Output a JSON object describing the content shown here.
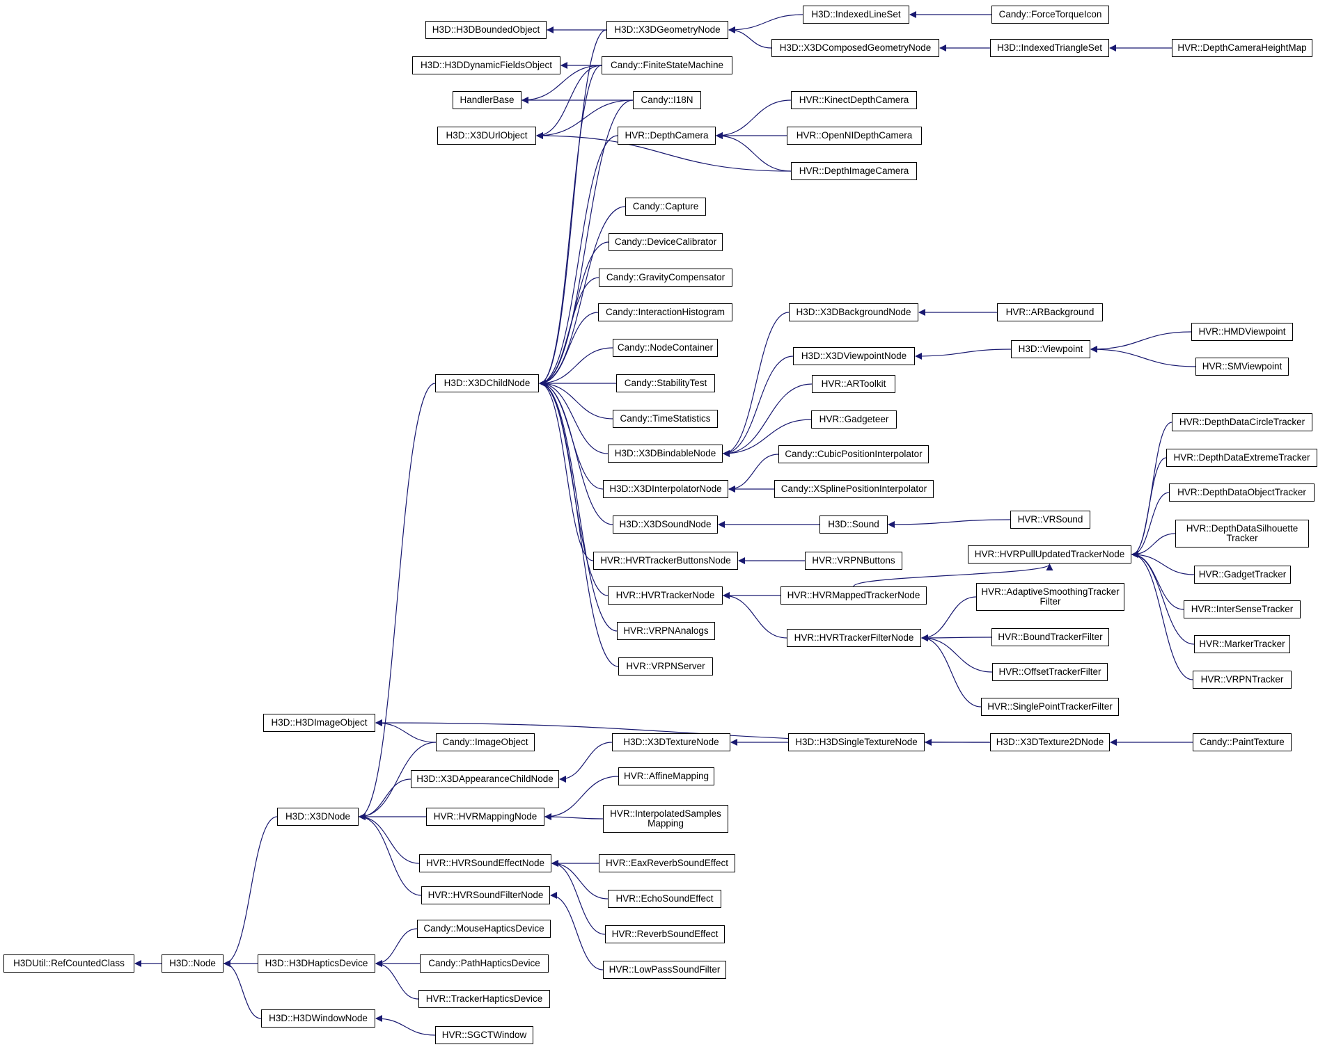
{
  "nodes": [
    {
      "id": "refcounted",
      "label": "H3DUtil::RefCountedClass"
    },
    {
      "id": "node",
      "label": "H3D::Node"
    },
    {
      "id": "h3dhaptics",
      "label": "H3D::H3DHapticsDevice"
    },
    {
      "id": "h3dwindownode",
      "label": "H3D::H3DWindowNode"
    },
    {
      "id": "x3dnode",
      "label": "H3D::X3DNode"
    },
    {
      "id": "h3dimageobject",
      "label": "H3D::H3DImageObject"
    },
    {
      "id": "mousehaptics",
      "label": "Candy::MouseHapticsDevice"
    },
    {
      "id": "pathhaptics",
      "label": "Candy::PathHapticsDevice"
    },
    {
      "id": "trackerhaptics",
      "label": "HVR::TrackerHapticsDevice"
    },
    {
      "id": "sgctwindow",
      "label": "HVR::SGCTWindow"
    },
    {
      "id": "imageobject",
      "label": "Candy::ImageObject"
    },
    {
      "id": "x3dappearancechild",
      "label": "H3D::X3DAppearanceChildNode"
    },
    {
      "id": "hvrmappingnode",
      "label": "HVR::HVRMappingNode"
    },
    {
      "id": "hvrsoundeffect",
      "label": "HVR::HVRSoundEffectNode"
    },
    {
      "id": "hvrsoundfilter",
      "label": "HVR::HVRSoundFilterNode"
    },
    {
      "id": "x3dtexturenode",
      "label": "H3D::X3DTextureNode"
    },
    {
      "id": "affinemapping",
      "label": "HVR::AffineMapping"
    },
    {
      "id": "interpolatedsamples",
      "label": "HVR::InterpolatedSamples\nMapping"
    },
    {
      "id": "eaxreverb",
      "label": "HVR::EaxReverbSoundEffect"
    },
    {
      "id": "echosound",
      "label": "HVR::EchoSoundEffect"
    },
    {
      "id": "reverbsound",
      "label": "HVR::ReverbSoundEffect"
    },
    {
      "id": "lowpass",
      "label": "HVR::LowPassSoundFilter"
    },
    {
      "id": "h3dsingletexture",
      "label": "H3D::H3DSingleTextureNode"
    },
    {
      "id": "x3dtexture2d",
      "label": "H3D::X3DTexture2DNode"
    },
    {
      "id": "painttexture",
      "label": "Candy::PaintTexture"
    },
    {
      "id": "x3dchildnode",
      "label": "H3D::X3DChildNode"
    },
    {
      "id": "h3dboundedobject",
      "label": "H3D::H3DBoundedObject"
    },
    {
      "id": "h3ddynamicfields",
      "label": "H3D::H3DDynamicFieldsObject"
    },
    {
      "id": "handlerbase",
      "label": "HandlerBase"
    },
    {
      "id": "x3durlobject",
      "label": "H3D::X3DUrlObject"
    },
    {
      "id": "x3dgeometrynode",
      "label": "H3D::X3DGeometryNode"
    },
    {
      "id": "finitestatemachine",
      "label": "Candy::FiniteStateMachine"
    },
    {
      "id": "i18n",
      "label": "Candy::I18N"
    },
    {
      "id": "depthcamera",
      "label": "HVR::DepthCamera"
    },
    {
      "id": "capture",
      "label": "Candy::Capture"
    },
    {
      "id": "devicecalibrator",
      "label": "Candy::DeviceCalibrator"
    },
    {
      "id": "gravitycomp",
      "label": "Candy::GravityCompensator"
    },
    {
      "id": "interactionhist",
      "label": "Candy::InteractionHistogram"
    },
    {
      "id": "nodecontainer",
      "label": "Candy::NodeContainer"
    },
    {
      "id": "stabilitytest",
      "label": "Candy::StabilityTest"
    },
    {
      "id": "timestatistics",
      "label": "Candy::TimeStatistics"
    },
    {
      "id": "x3dbindable",
      "label": "H3D::X3DBindableNode"
    },
    {
      "id": "x3dinterpolator",
      "label": "H3D::X3DInterpolatorNode"
    },
    {
      "id": "x3dsoundnode",
      "label": "H3D::X3DSoundNode"
    },
    {
      "id": "hvrtrackerbuttons",
      "label": "HVR::HVRTrackerButtonsNode"
    },
    {
      "id": "hvrtrackernode",
      "label": "HVR::HVRTrackerNode"
    },
    {
      "id": "vrpnanalogs",
      "label": "HVR::VRPNAnalogs"
    },
    {
      "id": "vrpnserver",
      "label": "HVR::VRPNServer"
    },
    {
      "id": "indexedlineset",
      "label": "H3D::IndexedLineSet"
    },
    {
      "id": "x3dcomposedgeom",
      "label": "H3D::X3DComposedGeometryNode"
    },
    {
      "id": "kinectdepth",
      "label": "HVR::KinectDepthCamera"
    },
    {
      "id": "openni",
      "label": "HVR::OpenNIDepthCamera"
    },
    {
      "id": "depthimagecamera",
      "label": "HVR::DepthImageCamera"
    },
    {
      "id": "x3dbackground",
      "label": "H3D::X3DBackgroundNode"
    },
    {
      "id": "x3dviewpointnode",
      "label": "H3D::X3DViewpointNode"
    },
    {
      "id": "artoolkit",
      "label": "HVR::ARToolkit"
    },
    {
      "id": "gadgeteer",
      "label": "HVR::Gadgeteer"
    },
    {
      "id": "cubicpos",
      "label": "Candy::CubicPositionInterpolator"
    },
    {
      "id": "xsplinepos",
      "label": "Candy::XSplinePositionInterpolator"
    },
    {
      "id": "sound",
      "label": "H3D::Sound"
    },
    {
      "id": "vrpnbuttons",
      "label": "HVR::VRPNButtons"
    },
    {
      "id": "hvrmappedtracker",
      "label": "HVR::HVRMappedTrackerNode"
    },
    {
      "id": "hvrtrackerfilter",
      "label": "HVR::HVRTrackerFilterNode"
    },
    {
      "id": "forcetorqueicon",
      "label": "Candy::ForceTorqueIcon"
    },
    {
      "id": "indexedtriangleset",
      "label": "H3D::IndexedTriangleSet"
    },
    {
      "id": "arbackground",
      "label": "HVR::ARBackground"
    },
    {
      "id": "viewpoint",
      "label": "H3D::Viewpoint"
    },
    {
      "id": "vrsound",
      "label": "HVR::VRSound"
    },
    {
      "id": "hvrpullupdated",
      "label": "HVR::HVRPullUpdatedTrackerNode"
    },
    {
      "id": "adaptivesmoothing",
      "label": "HVR::AdaptiveSmoothingTracker\nFilter"
    },
    {
      "id": "boundtracker",
      "label": "HVR::BoundTrackerFilter"
    },
    {
      "id": "offsettracker",
      "label": "HVR::OffsetTrackerFilter"
    },
    {
      "id": "singlepoint",
      "label": "HVR::SinglePointTrackerFilter"
    },
    {
      "id": "depthcameraheight",
      "label": "HVR::DepthCameraHeightMap"
    },
    {
      "id": "hmdviewpoint",
      "label": "HVR::HMDViewpoint"
    },
    {
      "id": "smviewpoint",
      "label": "HVR::SMViewpoint"
    },
    {
      "id": "ddcircle",
      "label": "HVR::DepthDataCircleTracker"
    },
    {
      "id": "ddextreme",
      "label": "HVR::DepthDataExtremeTracker"
    },
    {
      "id": "ddobject",
      "label": "HVR::DepthDataObjectTracker"
    },
    {
      "id": "ddsilhouette",
      "label": "HVR::DepthDataSilhouette\nTracker"
    },
    {
      "id": "gadgettracker",
      "label": "HVR::GadgetTracker"
    },
    {
      "id": "intersense",
      "label": "HVR::InterSenseTracker"
    },
    {
      "id": "markertracker",
      "label": "HVR::MarkerTracker"
    },
    {
      "id": "vrpntracker",
      "label": "HVR::VRPNTracker"
    }
  ]
}
